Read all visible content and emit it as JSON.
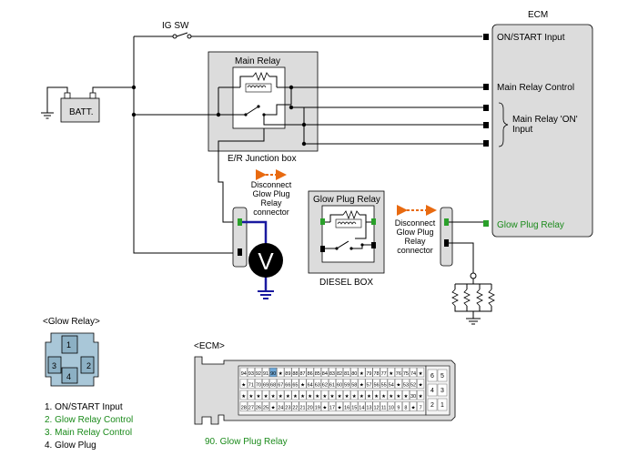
{
  "labels": {
    "ig_sw": "IG SW",
    "batt": "BATT.",
    "ecm_title": "ECM",
    "main_relay": "Main Relay",
    "junction_box": "E/R Junction box",
    "glow_plug_relay": "Glow Plug Relay",
    "diesel_box": "DIESEL BOX",
    "disconnect_1": [
      "Disconnect",
      "Glow Plug",
      "Relay",
      "connector"
    ],
    "disconnect_2": [
      "Disconnect",
      "Glow Plug",
      "Relay",
      "connector"
    ],
    "voltmeter": "V"
  },
  "ecm_inputs": {
    "on_start": "ON/START Input",
    "main_relay_control": "Main Relay Control",
    "main_relay_on": [
      "Main Relay 'ON'",
      "Input"
    ],
    "glow_plug_relay": "Glow Plug Relay"
  },
  "glow_relay_connector": {
    "title": "<Glow Relay>",
    "pins": [
      "1",
      "2",
      "3",
      "4"
    ],
    "legend": [
      {
        "text": "1. ON/START Input",
        "color": "#000000"
      },
      {
        "text": "2. Glow Relay Control",
        "color": "#1a8a1a"
      },
      {
        "text": "3. Main Relay Control",
        "color": "#1a8a1a"
      },
      {
        "text": "4. Glow Plug",
        "color": "#000000"
      }
    ]
  },
  "ecm_connector": {
    "title": "<ECM>",
    "row1": [
      "94",
      "93",
      "92",
      "91",
      "90",
      "★",
      "89",
      "88",
      "87",
      "86",
      "85",
      "84",
      "83",
      "82",
      "81",
      "80",
      "★",
      "79",
      "78",
      "77",
      "★",
      "76",
      "75",
      "74",
      "★"
    ],
    "row2": [
      "★",
      "71",
      "70",
      "69",
      "68",
      "67",
      "66",
      "65",
      "★",
      "64",
      "63",
      "62",
      "61",
      "60",
      "59",
      "58",
      "★",
      "57",
      "56",
      "55",
      "54",
      "★",
      "53",
      "52",
      "★"
    ],
    "row3": [
      "★",
      "★",
      "★",
      "★",
      "★",
      "★",
      "★",
      "★",
      "★",
      "★",
      "★",
      "★",
      "★",
      "★",
      "★",
      "★",
      "★",
      "★",
      "★",
      "★",
      "★",
      "★",
      "★",
      "30",
      "★"
    ],
    "row4": [
      "28",
      "27",
      "26",
      "25",
      "★",
      "24",
      "23",
      "22",
      "21",
      "20",
      "19",
      "★",
      "17",
      "★",
      "16",
      "15",
      "14",
      "13",
      "12",
      "11",
      "10",
      "9",
      "8",
      "★",
      "7"
    ],
    "side_pins": [
      "6",
      "5",
      "4",
      "3",
      "2",
      "1"
    ],
    "highlight_pin": "90",
    "caption": "90. Glow Plug Relay"
  },
  "colors": {
    "accent_green": "#1a8a1a",
    "disconnect_arrow": "#e86a10",
    "meter_wire": "#1a1aa0",
    "connector_pin": "#2aa02a"
  }
}
